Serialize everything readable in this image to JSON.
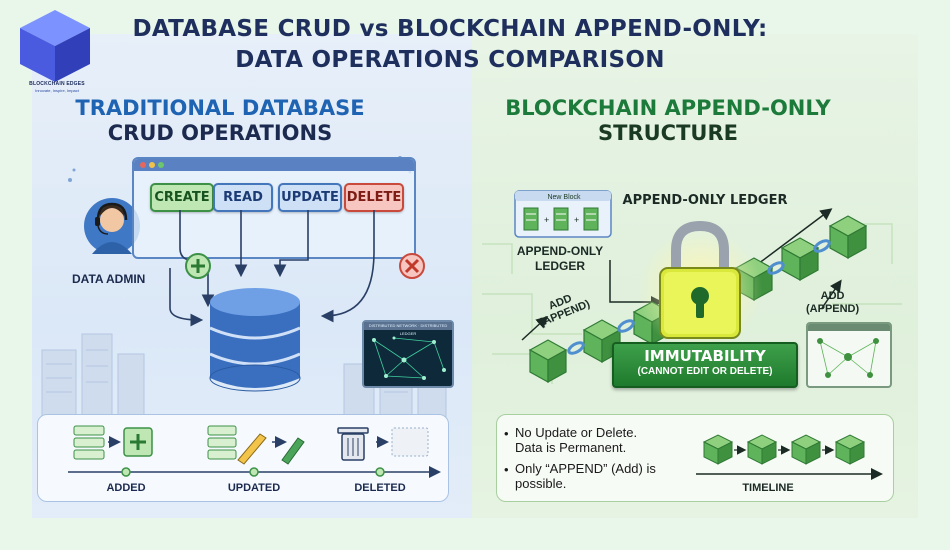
{
  "logo": {
    "name": "BLOCKCHAIN EDGES",
    "tagline": "Innovate, Inspire, Impact"
  },
  "title": {
    "line1": "DATABASE CRUD vs BLOCKCHAIN APPEND-ONLY:",
    "line2": "DATA OPERATIONS COMPARISON"
  },
  "left": {
    "title1": "TRADITIONAL DATABASE",
    "title2": "CRUD OPERATIONS",
    "admin_label": "DATA ADMIN",
    "buttons": {
      "create": "CREATE",
      "read": "READ",
      "update": "UPDATE",
      "delete": "DELETE"
    },
    "mini_window_title": "DISTRIBUTED NETWORK · DISTRIBUTED LEDGER",
    "ops": {
      "added": "ADDED",
      "updated": "UPDATED",
      "deleted": "DELETED"
    }
  },
  "right": {
    "title1": "BLOCKCHAIN APPEND-ONLY",
    "title2": "STRUCTURE",
    "new_block": "New Block",
    "ledger_top": "APPEND-ONLY LEDGER",
    "ledger_side_1": "APPEND-ONLY",
    "ledger_side_2": "LEDGER",
    "add_left_1": "ADD",
    "add_left_2": "(APPEND)",
    "add_right_1": "ADD",
    "add_right_2": "(APPEND)",
    "immutability": "IMMUTABILITY",
    "immutability_sub": "(CANNOT EDIT OR DELETE)",
    "notes": {
      "note1_l1": "No Update or Delete.",
      "note1_l2": "Data is Permanent.",
      "note2_l1": "Only “APPEND” (Add) is",
      "note2_l2": "possible."
    },
    "timeline": "TIMELINE"
  },
  "colors": {
    "blue_title": "#1f63b3",
    "green_title": "#1c7a3a",
    "navy": "#1e2f5e",
    "block_green": "#5fb35a",
    "delete_red": "#d04a3c"
  }
}
